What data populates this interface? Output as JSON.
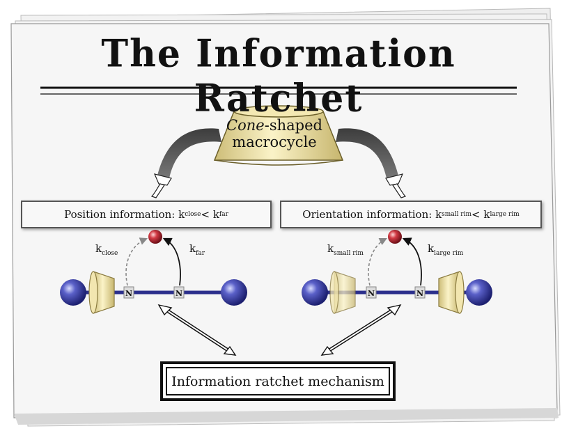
{
  "title": "The Information Ratchet",
  "macrocycle": {
    "label_italic": "Cone",
    "label_rest": "-shaped",
    "label_line2": "macrocycle"
  },
  "position_box": {
    "prefix": "Position information: k",
    "sub1": "close",
    "mid": " < k",
    "sub2": "far"
  },
  "orientation_box": {
    "prefix": "Orientation information: k",
    "sub1": "small rim",
    "mid": " < k",
    "sub2": "large rim"
  },
  "left_rates": {
    "k": "k",
    "close": "close",
    "far": "far"
  },
  "right_rates": {
    "k": "k",
    "small": "small rim",
    "large": "large rim"
  },
  "nitrogen_label": "N",
  "mechanism_label": "Information ratchet mechanism",
  "colors": {
    "axle": "#2b2f8c",
    "stopper": "#3a3fa8",
    "macrocycle": "#efe2a6",
    "target": "#c0303a",
    "arm": "#555555"
  }
}
